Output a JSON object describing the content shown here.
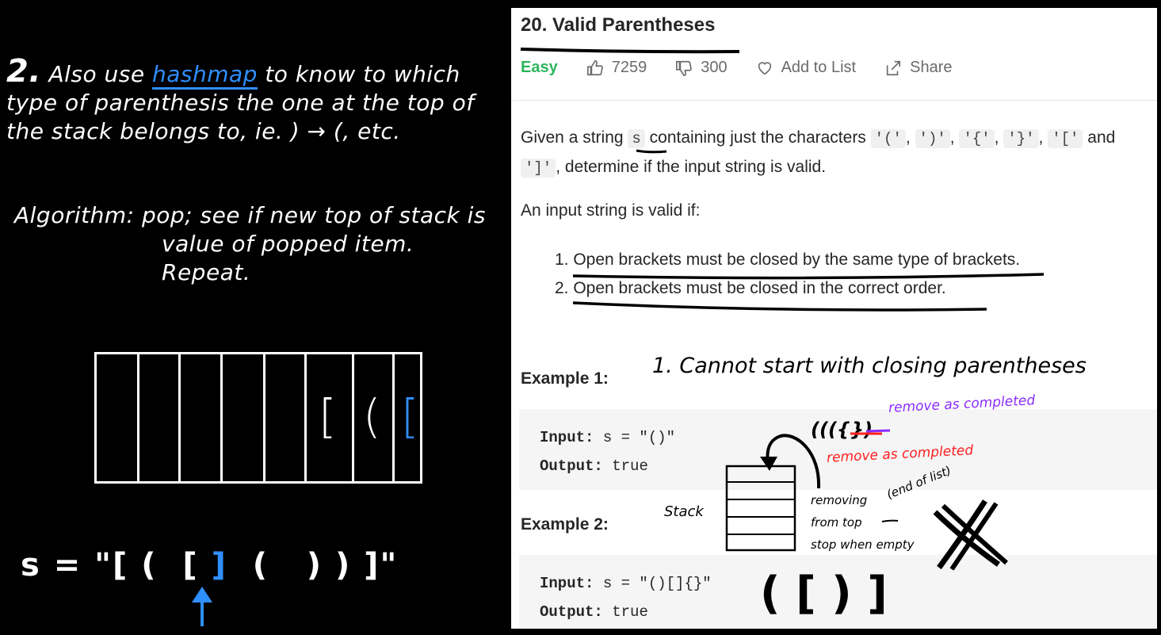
{
  "board": {
    "note_number": "2.",
    "note_pre": "Also use",
    "note_highlight": "hashmap",
    "note_post": "to know to which type of parenthesis the one at the top of the stack belongs to, ie. ) → (, etc.",
    "algo_label": "Algorithm:",
    "algo_line1": "pop; see if new top of stack is",
    "algo_line2": "value of popped item. Repeat.",
    "stack_glyphs": [
      "[",
      "(",
      "["
    ],
    "s_prefix": "s = \"[ (  [ ",
    "s_current": "]",
    "s_suffix": "  (   ) ) ]\""
  },
  "problem": {
    "title": "20. Valid Parentheses",
    "difficulty": "Easy",
    "likes": "7259",
    "dislikes": "300",
    "add_to_list": "Add to List",
    "share": "Share",
    "desc_1": "Given a string",
    "desc_var": "s",
    "desc_2": "containing just the characters",
    "chars": [
      "'('",
      "')'",
      "'{'",
      "'}'",
      "'['"
    ],
    "desc_3": "and",
    "char_last": "']'",
    "desc_4": ", determine if the input string is valid.",
    "valid_intro": "An input string is valid if:",
    "rules": [
      "1. Open brackets must be closed by the same type of brackets.",
      "2. Open brackets must be closed in the correct order."
    ],
    "example1_title": "Example 1:",
    "example1_input_label": "Input:",
    "example1_input": "s = \"()\"",
    "example1_output_label": "Output:",
    "example1_output": "true",
    "example2_title": "Example 2:",
    "example2_input_label": "Input:",
    "example2_input": "s = \"()[]{}\"",
    "example2_output_label": "Output:",
    "example2_output": "true"
  },
  "annotations": {
    "rule1": "1. Cannot start with closing parentheses",
    "remove_purple": "remove as completed",
    "paren_scribble": "((({})",
    "remove_red": "remove as completed",
    "stack_label": "Stack",
    "removing_1": "removing",
    "removing_2": "from top",
    "end_of_list": "(end of list)",
    "stop_empty": "stop when empty",
    "bracket_example": "( [ ) ]"
  },
  "colors": {
    "blue": "#2f8fff",
    "red": "#ff2020",
    "purple": "#8b2cff",
    "easy": "#2db55d"
  }
}
